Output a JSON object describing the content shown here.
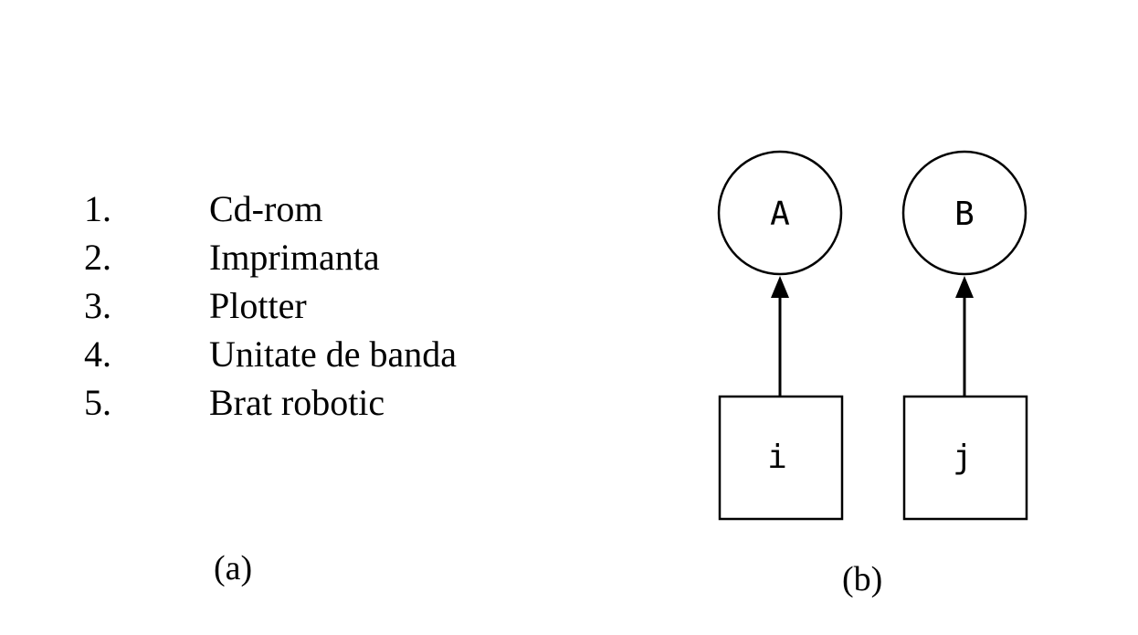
{
  "devices": [
    {
      "number": "1.",
      "name": "Cd-rom"
    },
    {
      "number": "2.",
      "name": "Imprimanta"
    },
    {
      "number": "3.",
      "name": "Plotter"
    },
    {
      "number": "4.",
      "name": "Unitate de banda"
    },
    {
      "number": "5.",
      "name": "Brat robotic"
    }
  ],
  "captions": {
    "a": "(a)",
    "b": "(b)"
  },
  "graph": {
    "resources": [
      {
        "label": "A",
        "shape": "circle"
      },
      {
        "label": "B",
        "shape": "circle"
      }
    ],
    "processes": [
      {
        "label": "i",
        "shape": "square"
      },
      {
        "label": "j",
        "shape": "square"
      }
    ],
    "edges": [
      {
        "from": "i",
        "to": "A",
        "arrow": "arrow-up"
      },
      {
        "from": "j",
        "to": "B",
        "arrow": "arrow-up"
      }
    ],
    "colors": {
      "stroke": "#000000",
      "background": "#ffffff"
    }
  }
}
